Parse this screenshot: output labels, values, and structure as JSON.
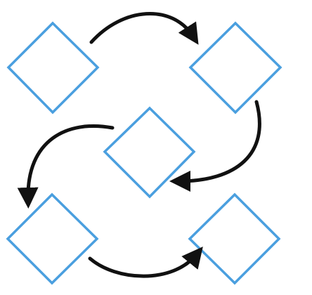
{
  "colors": {
    "node_stroke": "#4a9fdf",
    "arrow": "#111111",
    "background": "#ffffff"
  },
  "nodes": [
    {
      "id": "top-left"
    },
    {
      "id": "top-right"
    },
    {
      "id": "center"
    },
    {
      "id": "bottom-left"
    },
    {
      "id": "bottom-right"
    }
  ],
  "edges": [
    {
      "from": "top-left",
      "to": "top-right"
    },
    {
      "from": "top-right",
      "to": "center"
    },
    {
      "from": "center",
      "to": "bottom-left"
    },
    {
      "from": "bottom-left",
      "to": "bottom-right"
    }
  ]
}
